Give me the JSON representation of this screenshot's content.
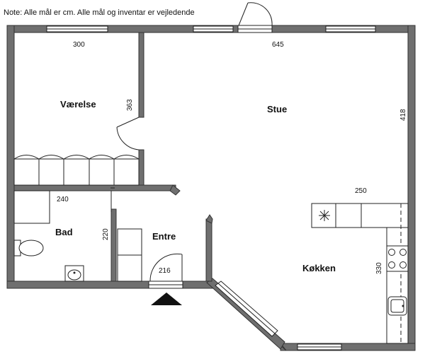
{
  "note": "Note: Alle mål er cm. Alle mål og inventar er vejledende",
  "rooms": {
    "vaerelse": "Værelse",
    "stue": "Stue",
    "bad": "Bad",
    "entre": "Entre",
    "kokken": "Køkken"
  },
  "dimensions": {
    "vaerelse_width": "300",
    "stue_width": "645",
    "vaerelse_depth": "363",
    "stue_depth": "418",
    "bad_width": "240",
    "kitchen_counter": "250",
    "bad_depth": "220",
    "entre_width": "216",
    "kitchen_depth": "330"
  }
}
